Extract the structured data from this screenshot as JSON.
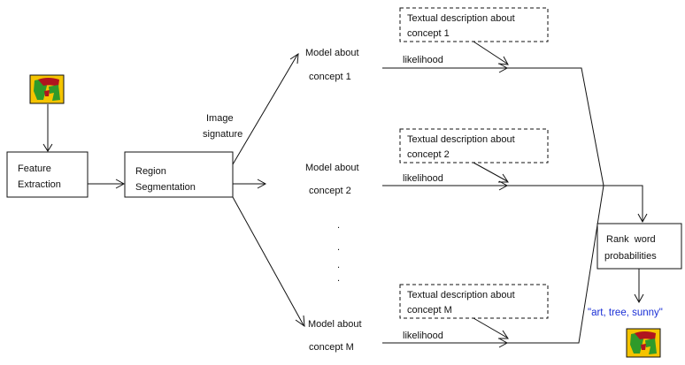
{
  "colors": {
    "icon_background": "#f5c400",
    "icon_red": "#b0141e",
    "icon_green": "#2f9a2a",
    "tag_text": "#1a2fd6",
    "line": "#111111"
  },
  "icons": [
    "image-thumbnail-icon",
    "image-thumbnail-icon"
  ],
  "feature_extraction": {
    "line1": "Feature",
    "line2": "Extraction"
  },
  "region_segmentation": {
    "line1": "Region",
    "line2": "Segmentation"
  },
  "image_signature": {
    "line1": "Image",
    "line2": "signature"
  },
  "concepts": [
    {
      "model_line1": "Model about",
      "model_line2": "concept 1",
      "desc_line1": "Textual description about",
      "desc_line2": "concept 1",
      "likelihood": "likelihood"
    },
    {
      "model_line1": "Model about",
      "model_line2": "concept 2",
      "desc_line1": "Textual description about",
      "desc_line2": "concept 2",
      "likelihood": "likelihood"
    },
    {
      "model_line1": "Model about",
      "model_line2": "concept M",
      "desc_line1": "Textual description about",
      "desc_line2": "concept M",
      "likelihood": "likelihood"
    }
  ],
  "ellipsis_dots": [
    ".",
    ".",
    ".",
    "."
  ],
  "rank": {
    "line1": "Rank  word",
    "line2": "probabilities"
  },
  "annotation_words": "\"art, tree, sunny\""
}
